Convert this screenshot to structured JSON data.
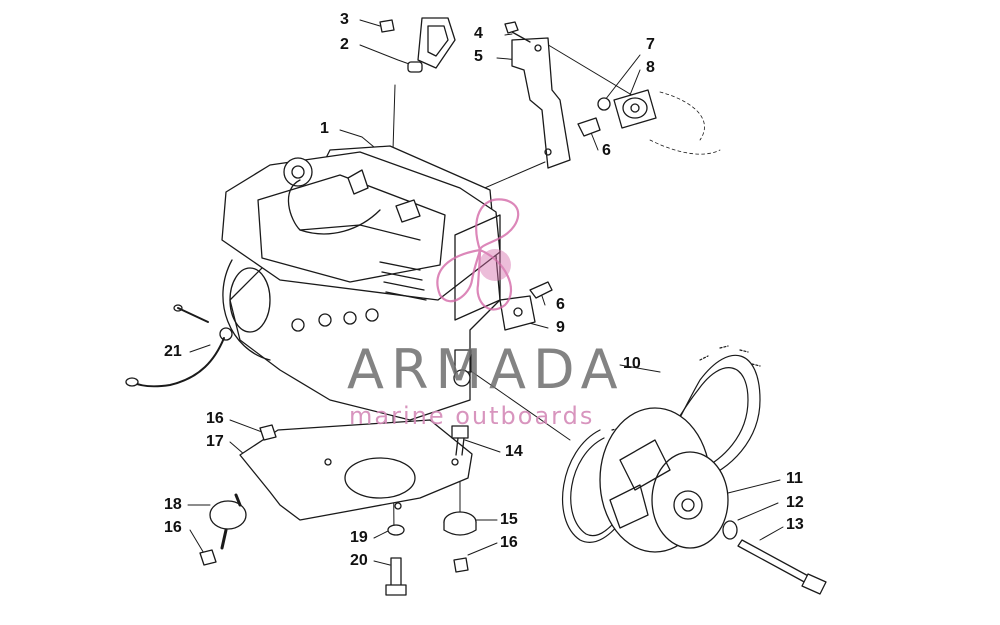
{
  "watermark": {
    "brand": "ARMADA",
    "tagline": "marine outboards",
    "logo_color": "#d46aa8",
    "text_color": "#6e6e6e"
  },
  "callouts": {
    "c1": "1",
    "c2": "2",
    "c3": "3",
    "c4": "4",
    "c5": "5",
    "c6a": "6",
    "c6b": "6",
    "c7": "7",
    "c8": "8",
    "c9": "9",
    "c10": "10",
    "c11": "11",
    "c12": "12",
    "c13": "13",
    "c14": "14",
    "c15": "15",
    "c16a": "16",
    "c16b": "16",
    "c16c": "16",
    "c17": "17",
    "c18": "18",
    "c19": "19",
    "c20": "20",
    "c21": "21"
  },
  "style": {
    "line_color": "#1a1a1a",
    "fill_color": "#ffffff"
  }
}
